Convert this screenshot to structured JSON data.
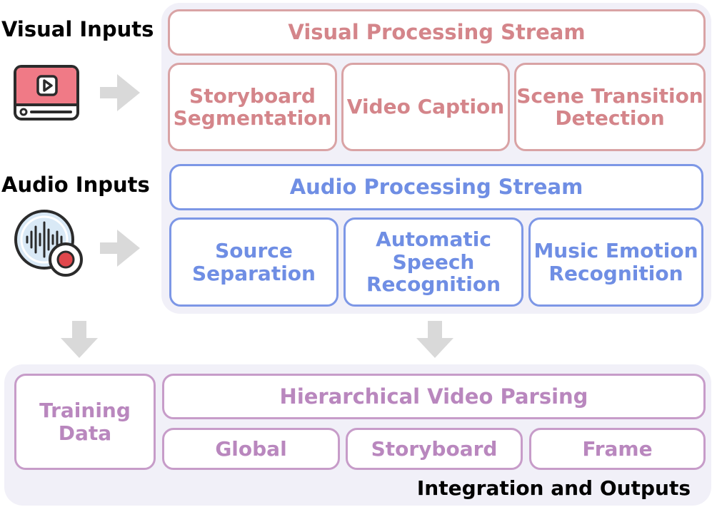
{
  "inputs": {
    "visual_label": "Visual Inputs",
    "audio_label": "Audio Inputs",
    "visual_icon": "video-player-icon",
    "audio_icon": "audio-record-icon"
  },
  "visual_stream": {
    "title": "Visual Processing Stream",
    "modules": [
      {
        "lines": [
          "Storyboard",
          "Segmentation"
        ]
      },
      {
        "lines": [
          "Video Caption"
        ]
      },
      {
        "lines": [
          "Scene Transition",
          "Detection"
        ]
      }
    ]
  },
  "audio_stream": {
    "title": "Audio Processing Stream",
    "modules": [
      {
        "lines": [
          "Source",
          "Separation"
        ]
      },
      {
        "lines": [
          "Automatic",
          "Speech",
          "Recognition"
        ]
      },
      {
        "lines": [
          "Music Emotion",
          "Recognition"
        ]
      }
    ]
  },
  "outputs": {
    "training_data": [
      "Training",
      "Data"
    ],
    "parsing_title": "Hierarchical Video Parsing",
    "levels": [
      "Global",
      "Storyboard",
      "Frame"
    ],
    "section_label": "Integration and Outputs"
  },
  "colors": {
    "visual": "#d4858a",
    "audio": "#6f8ee4",
    "output": "#b987be",
    "panel": "#f1f0f8",
    "arrow": "#d9d9d9"
  }
}
